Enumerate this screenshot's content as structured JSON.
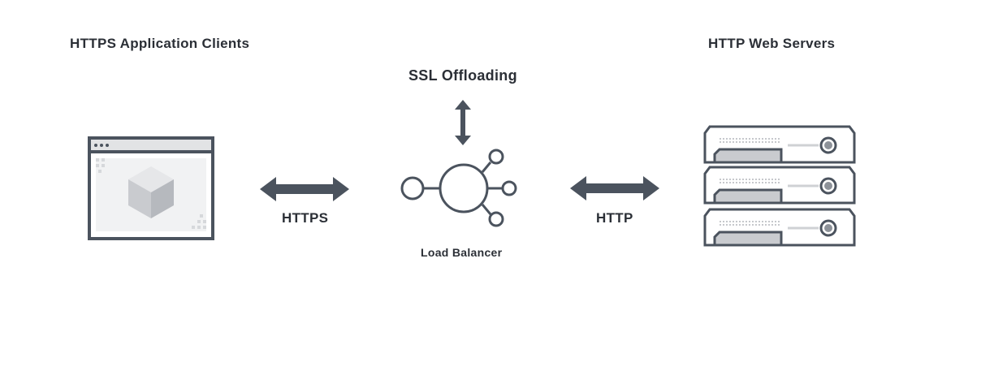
{
  "diagram": {
    "clients_title": "HTTPS Application Clients",
    "servers_title": "HTTP Web Servers",
    "ssl_title": "SSL Offloading",
    "https_label": "HTTPS",
    "http_label": "HTTP",
    "lb_label": "Load Balancer"
  },
  "icons": {
    "client": "browser-window-cube-icon",
    "ssl_arrow": "vertical-double-arrow-icon",
    "left_arrow": "horizontal-double-arrow-icon",
    "load_balancer": "hub-nodes-icon",
    "right_arrow": "horizontal-double-arrow-icon",
    "servers": "server-rack-icon"
  },
  "colors": {
    "ink": "#4b535e",
    "light_gray": "#e2e3e5",
    "panel_gray": "#cfd1d4",
    "text": "#2b2f36"
  }
}
